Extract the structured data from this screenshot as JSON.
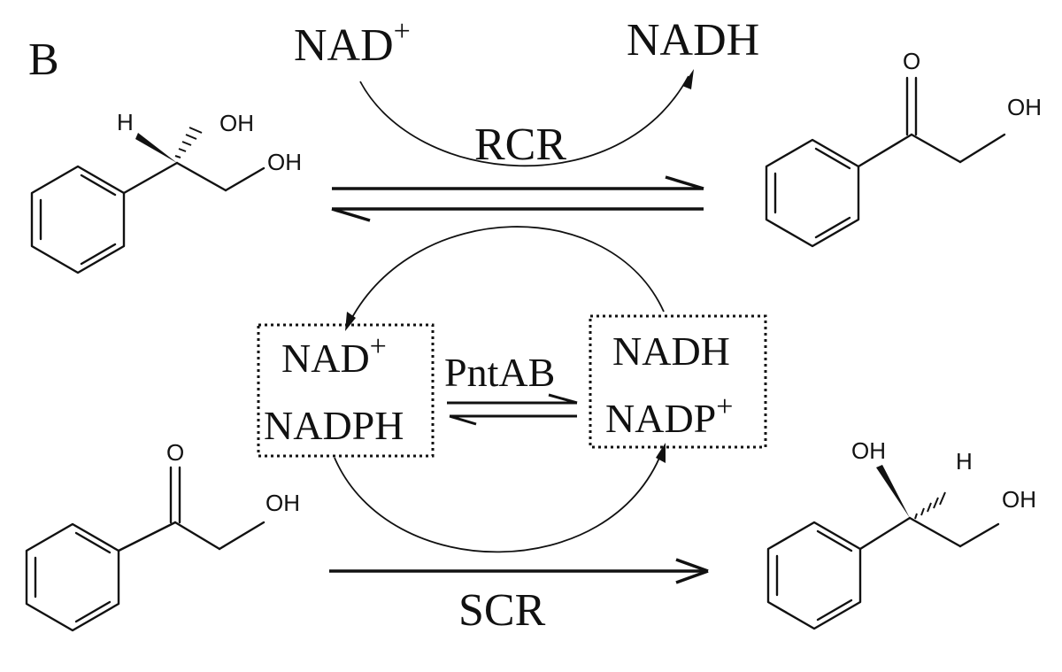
{
  "panel_label": "B",
  "top": {
    "cofactor_in": "NAD",
    "cofactor_in_charge": "+",
    "cofactor_out": "NADH",
    "enzyme": "RCR"
  },
  "bottom": {
    "enzyme": "SCR"
  },
  "cycle": {
    "left_box": {
      "line1": "NAD",
      "line1_charge": "+",
      "line2": "NADPH"
    },
    "right_box": {
      "line1": "NADH",
      "line2": "NADP",
      "line2_charge": "+"
    },
    "enzyme": "PntAB"
  },
  "molecules": {
    "atom_oh": "OH",
    "atom_h": "H",
    "atom_o": "O"
  }
}
